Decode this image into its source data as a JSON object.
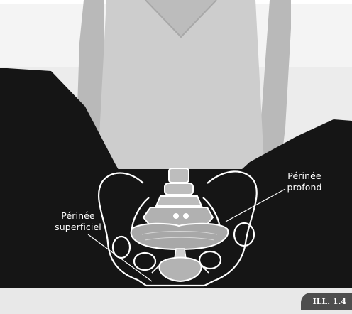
{
  "labels": {
    "perinee_profond": "Périnée profond",
    "perinee_superficiel": "Périnée superficiel"
  },
  "badge": {
    "text": "ILL. 1.4"
  },
  "colors": {
    "floor": "#e4e4e4",
    "wall": "#f2f2f2",
    "leggings": "#141414",
    "top": "#cfcfcf",
    "skin": "#bdbdbd",
    "outline": "#ffffff",
    "muscle": "#a9a9a9",
    "badge": "#4d4d4d"
  }
}
